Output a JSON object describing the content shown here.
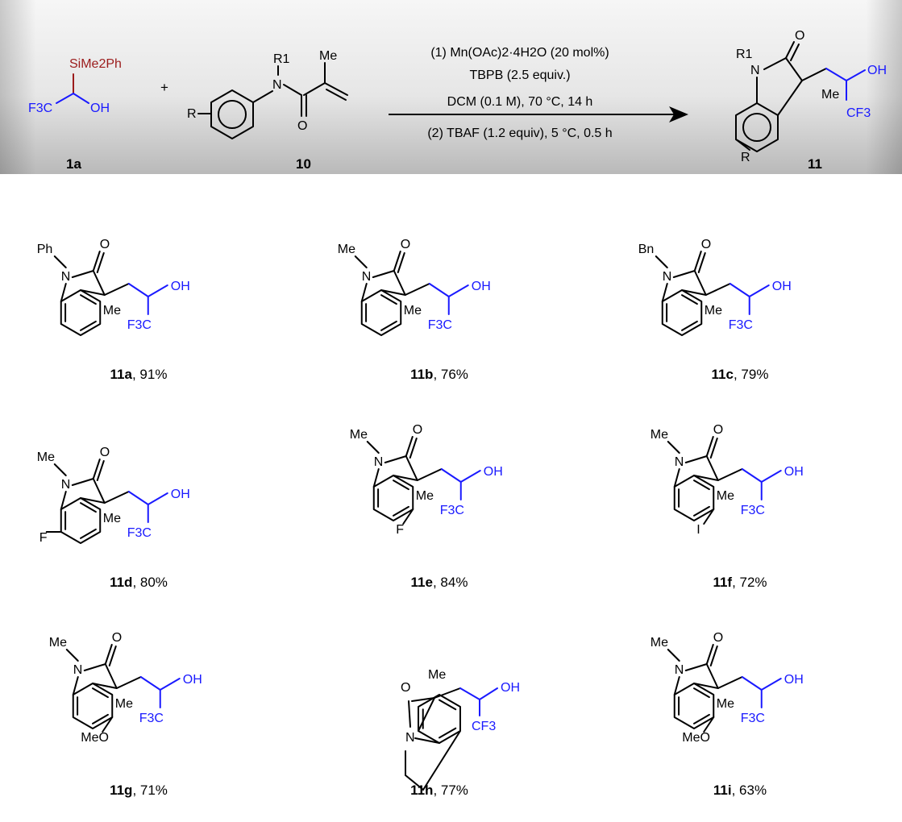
{
  "header": {
    "reagent_1a": {
      "silyl": "SiMe2Ph",
      "hydroxyl": "OH",
      "cf3": "F3C",
      "id": "1a"
    },
    "plus": "+",
    "reagent_10": {
      "r1": "R1",
      "n": "N",
      "me": "Me",
      "o": "O",
      "r": "R",
      "id": "10"
    },
    "conditions": {
      "step1_line1": "(1) Mn(OAc)2·4H2O (20 mol%)",
      "step1_line2": "TBPB (2.5 equiv.)",
      "step1_line3": "DCM (0.1 M), 70 °C, 14 h",
      "step2": "(2) TBAF (1.2 equiv), 5 °C, 0.5 h"
    },
    "product_11": {
      "r1": "R1",
      "n": "N",
      "o": "O",
      "me": "Me",
      "oh": "OH",
      "cf3": "CF3",
      "r": "R",
      "id": "11"
    }
  },
  "products": [
    {
      "id": "11a",
      "yield": ", 91%",
      "n_sub": "Ph"
    },
    {
      "id": "11b",
      "yield": ", 76%",
      "n_sub": "Me"
    },
    {
      "id": "11c",
      "yield": ", 79%",
      "n_sub": "Bn"
    },
    {
      "id": "11d",
      "yield": ", 80%",
      "n_sub": "Me",
      "ring_sub": "F"
    },
    {
      "id": "11e",
      "yield": ", 84%",
      "n_sub": "Me",
      "ring_sub": "F"
    },
    {
      "id": "11f",
      "yield": ", 72%",
      "n_sub": "Me",
      "ring_sub": "I"
    },
    {
      "id": "11g",
      "yield": ", 71%",
      "n_sub": "Me",
      "ring_sub": "MeO"
    },
    {
      "id": "11h",
      "yield": ", 77%"
    },
    {
      "id": "11i",
      "yield": ", 63%",
      "n_sub": "Me",
      "ring_sub": "MeO"
    }
  ],
  "atoms": {
    "n": "N",
    "o": "O",
    "me": "Me",
    "oh": "OH",
    "f3c": "F3C",
    "cf3": "CF3"
  },
  "colors": {
    "blue": "#1a1aff",
    "darkred": "#9b1b1b",
    "banner_top": "#f2f2f2",
    "banner_bottom": "#b9b9b9"
  }
}
